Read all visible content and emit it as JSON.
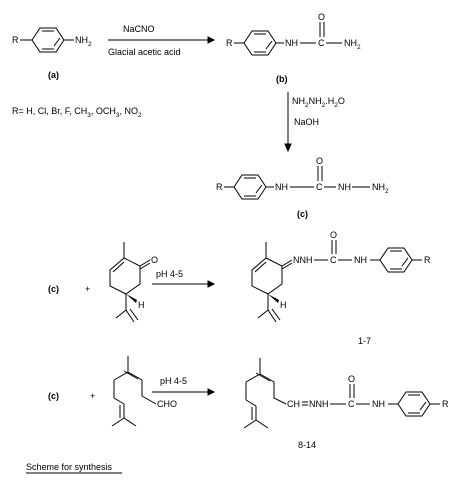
{
  "row1": {
    "reactant_r": "R",
    "reactant_nh": "NH",
    "reactant_sub2": "2",
    "reagent_top": "NaCNO",
    "reagent_bottom": "Glacial acetic acid",
    "label_a": "(a)",
    "product_r": "R",
    "product_nh": "NH",
    "product_dash": "—",
    "product_c": "C",
    "product_o": "O",
    "product_nh2": "NH",
    "product_sub2": "2",
    "label_b": "(b)"
  },
  "substituents": {
    "prefix": "R= H, Cl, Br, F, CH",
    "ch3_sub": "3",
    "mid": ", OCH",
    "och3_sub": "3",
    "end": ", NO",
    "no2_sub": "2"
  },
  "arrow2": {
    "reagent_line1": "NH",
    "reagent_line1_b": "NH",
    "reagent_line1_c": ".H",
    "reagent_line1_d": "O",
    "reagent_sub2": "2",
    "reagent_line2": "NaOH"
  },
  "row2": {
    "r": "R",
    "nh": "NH",
    "c": "C",
    "o": "O",
    "nhnh": "NH",
    "nh2": "NH",
    "sub2": "2",
    "label_c": "(c)"
  },
  "row3": {
    "label_c": "(c)",
    "plus": "+",
    "o": "O",
    "h": "H",
    "cond": "pH 4-5",
    "prod_nhn": "NNH",
    "prod_c": "C",
    "prod_o": "O",
    "prod_nh": "NH",
    "prod_h": "H",
    "prod_r": "R",
    "range": "1-7"
  },
  "row4": {
    "label_c": "(c)",
    "plus": "+",
    "cho": "CHO",
    "cond": "pH 4-5",
    "prod_ch": "CH",
    "prod_nnh": "NNH",
    "prod_c": "C",
    "prod_o": "O",
    "prod_nh": "NH",
    "prod_r": "R",
    "range": "8-14"
  },
  "caption": "Scheme for synthesis"
}
